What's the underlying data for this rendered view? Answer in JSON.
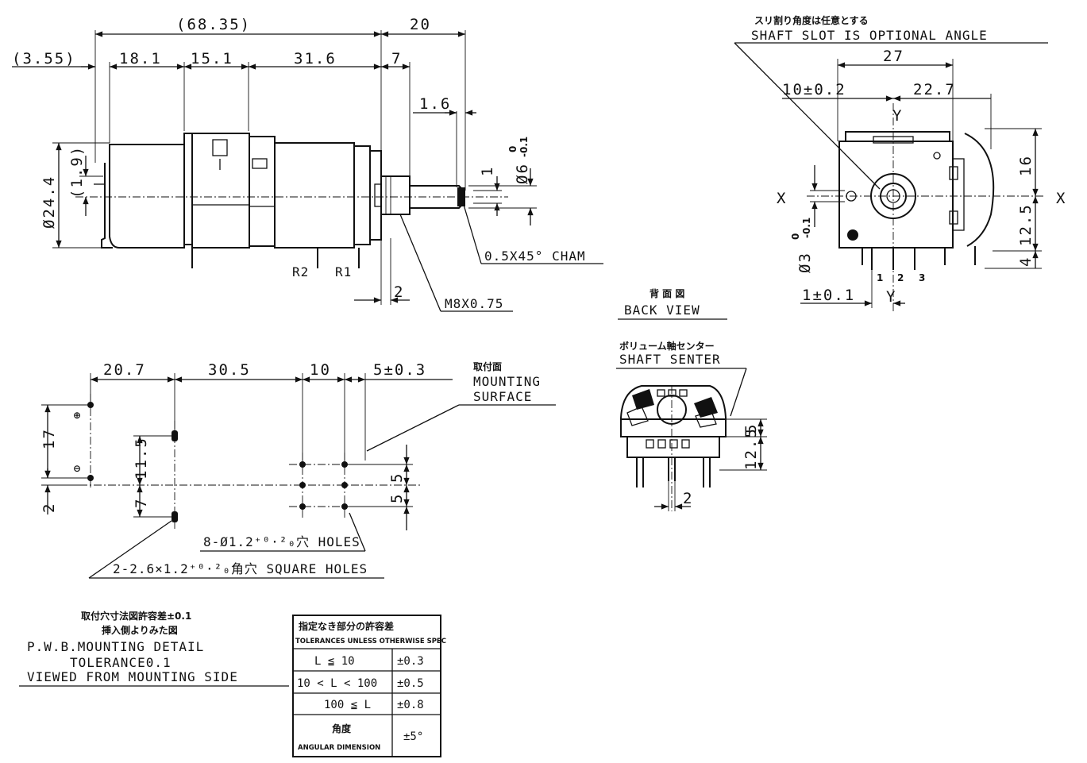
{
  "side_view": {
    "dims": {
      "overall": "(68.35)",
      "shaft_len": "20",
      "offset": "(3.55)",
      "d18": "18.1",
      "d15": "15.1",
      "d31": "31.6",
      "d7": "7",
      "d16": "1.6",
      "d19": "(1.9)",
      "dia244": "Ø24.4",
      "d1": "1",
      "dia6": "Ø6",
      "dia6_tol_top": "0",
      "dia6_tol_bot": "-0.1",
      "d2": "2"
    },
    "labels": {
      "r2": "R2",
      "r1": "R1",
      "cham": "0.5X45° CHAM",
      "thread": "M8X0.75"
    }
  },
  "front_view": {
    "slot_jp": "スリ割り角度は任意とする",
    "slot_en": "SHAFT SLOT IS OPTIONAL ANGLE",
    "dims": {
      "w27": "27",
      "d10": "10±0.2",
      "d227": "22.7",
      "d16": "16",
      "d125": "12.5",
      "d4": "4",
      "dia3": "Ø3",
      "dia3_tol_top": "0",
      "dia3_tol_bot": "-0.1",
      "d1": "1±0.1"
    },
    "axis": {
      "x_left": "X",
      "x_right": "X",
      "y_top": "Y",
      "y_bottom": "Y"
    },
    "pins": [
      "1",
      "2",
      "3"
    ]
  },
  "back_view": {
    "title_jp": "背 面 図",
    "title_en": "BACK VIEW",
    "center_jp": "ボリューム軸センター",
    "center_en": "SHAFT SENTER",
    "dims": {
      "d5": "5",
      "d125": "12.5",
      "d2": "2"
    }
  },
  "pwb": {
    "dims": {
      "d207": "20.7",
      "d305": "30.5",
      "d10": "10",
      "d5": "5±0.3",
      "d17": "17",
      "d2": "2",
      "d115": "11.5",
      "d7": "7",
      "d5a": "5",
      "d5b": "5"
    },
    "mount_jp": "取付面",
    "mount_en1": "MOUNTING",
    "mount_en2": "SURFACE",
    "holes": "8-Ø1.2⁺⁰·²₀穴 HOLES",
    "square_holes": "2-2.6×1.2⁺⁰·²₀角穴 SQUARE HOLES",
    "caption_jp1": "取付穴寸法図許容差±0.1",
    "caption_jp2": "挿入側よりみた図",
    "caption_en1": "P.W.B.MOUNTING DETAIL",
    "caption_en2": "TOLERANCE0.1",
    "caption_en3": "VIEWED FROM MOUNTING SIDE"
  },
  "tolerance_table": {
    "header_jp": "指定なき部分の許容差",
    "header_en": "TOLERANCES UNLESS OTHERWISE SPEC",
    "rows": [
      {
        "cond": "L ≦ 10",
        "value": "±0.3"
      },
      {
        "cond": "10 < L < 100",
        "value": "±0.5"
      },
      {
        "cond": "100 ≦ L",
        "value": "±0.8"
      }
    ],
    "angle_jp": "角度",
    "angle_en": "ANGULAR DIMENSION",
    "angle_value": "±5°"
  }
}
